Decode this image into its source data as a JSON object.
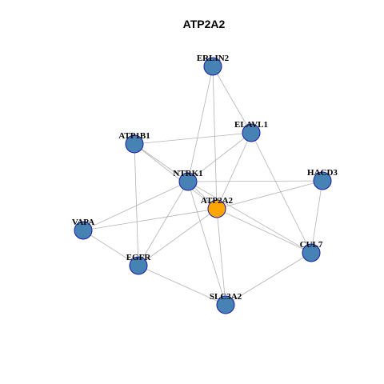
{
  "title": "ATP2A2",
  "colors": {
    "background": "#ffffff",
    "node_fill": "#4682b4",
    "node_highlight": "#ffa500",
    "node_border": "#1a1aa8",
    "edge": "#b3b3b3"
  },
  "network": {
    "nodes": [
      {
        "id": "ERLIN2",
        "label": "ERLIN2",
        "highlight": false
      },
      {
        "id": "ELAVL1",
        "label": "ELAVL1",
        "highlight": false
      },
      {
        "id": "ATP1B1",
        "label": "ATP1B1",
        "highlight": false
      },
      {
        "id": "NTRK1",
        "label": "NTRK1",
        "highlight": false
      },
      {
        "id": "HACD3",
        "label": "HACD3",
        "highlight": false
      },
      {
        "id": "ATP2A2",
        "label": "ATP2A2",
        "highlight": true
      },
      {
        "id": "VAPA",
        "label": "VAPA",
        "highlight": false
      },
      {
        "id": "CUL7",
        "label": "CUL7",
        "highlight": false
      },
      {
        "id": "EGFR",
        "label": "EGFR",
        "highlight": false
      },
      {
        "id": "SLC3A2",
        "label": "SLC3A2",
        "highlight": false
      }
    ],
    "edges": [
      [
        "ERLIN2",
        "ELAVL1"
      ],
      [
        "ERLIN2",
        "NTRK1"
      ],
      [
        "ERLIN2",
        "ATP2A2"
      ],
      [
        "ELAVL1",
        "ATP1B1"
      ],
      [
        "ELAVL1",
        "NTRK1"
      ],
      [
        "ELAVL1",
        "ATP2A2"
      ],
      [
        "ELAVL1",
        "CUL7"
      ],
      [
        "ATP1B1",
        "NTRK1"
      ],
      [
        "ATP1B1",
        "EGFR"
      ],
      [
        "ATP1B1",
        "ATP2A2"
      ],
      [
        "NTRK1",
        "HACD3"
      ],
      [
        "NTRK1",
        "VAPA"
      ],
      [
        "NTRK1",
        "EGFR"
      ],
      [
        "NTRK1",
        "SLC3A2"
      ],
      [
        "NTRK1",
        "CUL7"
      ],
      [
        "NTRK1",
        "ATP2A2"
      ],
      [
        "HACD3",
        "ATP2A2"
      ],
      [
        "HACD3",
        "CUL7"
      ],
      [
        "VAPA",
        "ATP2A2"
      ],
      [
        "VAPA",
        "EGFR"
      ],
      [
        "ATP2A2",
        "EGFR"
      ],
      [
        "ATP2A2",
        "SLC3A2"
      ],
      [
        "ATP2A2",
        "CUL7"
      ],
      [
        "EGFR",
        "SLC3A2"
      ],
      [
        "CUL7",
        "SLC3A2"
      ]
    ]
  }
}
